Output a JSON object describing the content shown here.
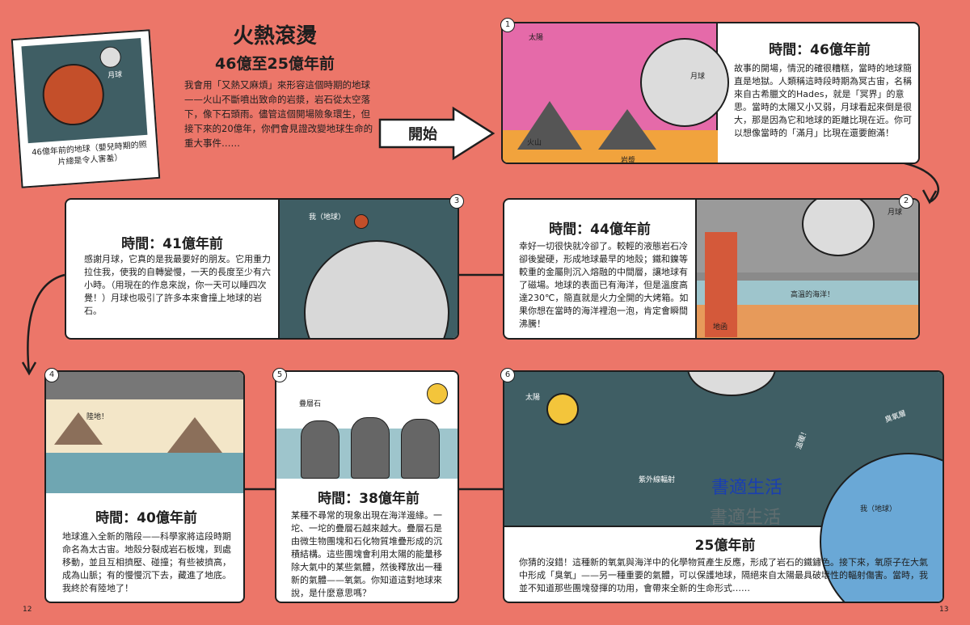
{
  "header": {
    "title": "火熱滾燙",
    "subtitle": "46億至25億年前",
    "intro": "我會用「又熱又麻煩」來形容這個時期的地球——火山不斷噴出致命的岩漿，岩石從太空落下，像下石頭雨。儘管這個開場險象環生，但接下來的20億年，你們會見證改變地球生命的重大事件……"
  },
  "polaroid": {
    "moon_label": "月球",
    "caption": "46億年前的地球（嬰兒時期的照片總是令人害羞）"
  },
  "start_label": "開始",
  "panels": [
    {
      "num": "1",
      "title": "時間：46億年前",
      "text": "故事的開場，情況的確很糟糕，當時的地球簡直是地獄。人類稱這時段時期為冥古宙，名稱來自古希臘文的Hades，就是「冥界」的意思。當時的太陽又小又弱，月球看起來倒是很大，那是因為它和地球的距離比現在近。你可以想像當時的「滿月」比現在還要飽滿！",
      "labels": [
        "太陽",
        "月球",
        "火山",
        "岩漿"
      ]
    },
    {
      "num": "2",
      "title": "時間：44億年前",
      "text": "幸好一切很快就冷卻了。較輕的液態岩石冷卻後變硬，形成地球最早的地殼；鐵和鎳等較重的金屬則沉入熔融的中間層，讓地球有了磁場。地球的表面已有海洋，但是溫度高達230℃，簡直就是火力全開的大烤箱。如果你想在當時的海洋裡泡一泡，肯定會瞬間沸騰！",
      "labels": [
        "月球",
        "高溫的海洋！",
        "地函"
      ]
    },
    {
      "num": "3",
      "title": "時間：41億年前",
      "text": "感謝月球，它真的是我最要好的朋友。它用重力拉住我，使我的自轉變慢，一天的長度至少有六小時。（用現在的作息來說，你一天可以睡四次覺！）月球也吸引了許多本來會撞上地球的岩石。",
      "labels": [
        "我（地球）"
      ]
    },
    {
      "num": "4",
      "title": "時間：40億年前",
      "text": "地球進入全新的階段——科學家將這段時期命名為太古宙。地殼分裂成岩石板塊，到處移動，並且互相擠壓、碰撞；有些被擠高，成為山脈；有的慢慢沉下去，藏進了地底。我終於有陸地了！",
      "labels": [
        "陸地！"
      ]
    },
    {
      "num": "5",
      "title": "時間：38億年前",
      "text": "某種不尋常的現象出現在海洋邊緣。一坨、一坨的疊層石越來越大。疊層石是由微生物團塊和石化物質堆疊形成的沉積結構。這些團塊會利用太陽的能量移除大氣中的某些氣體，然後釋放出一種新的氣體——氧氣。你知道這對地球來說，是什麼意思嗎？",
      "labels": [
        "疊層石"
      ]
    },
    {
      "num": "6",
      "title": "25億年前",
      "text": "你猜的沒錯！這種新的氧氣與海洋中的化學物質產生反應，形成了岩石的鐵鏽色。接下來，氧原子在大氣中形成「臭氧」——另一種重要的氣體，可以保護地球，隔絕來自太陽最具破壞性的輻射傷害。當時，我並不知道那些團塊發揮的功用，會帶來全新的生命形式……",
      "labels": [
        "太陽",
        "臭氧層",
        "溫暖！",
        "紫外線輻射",
        "我（地球）"
      ]
    }
  ],
  "watermark": [
    "書適生活",
    "書適生活"
  ],
  "page_numbers": [
    "12",
    "13"
  ]
}
